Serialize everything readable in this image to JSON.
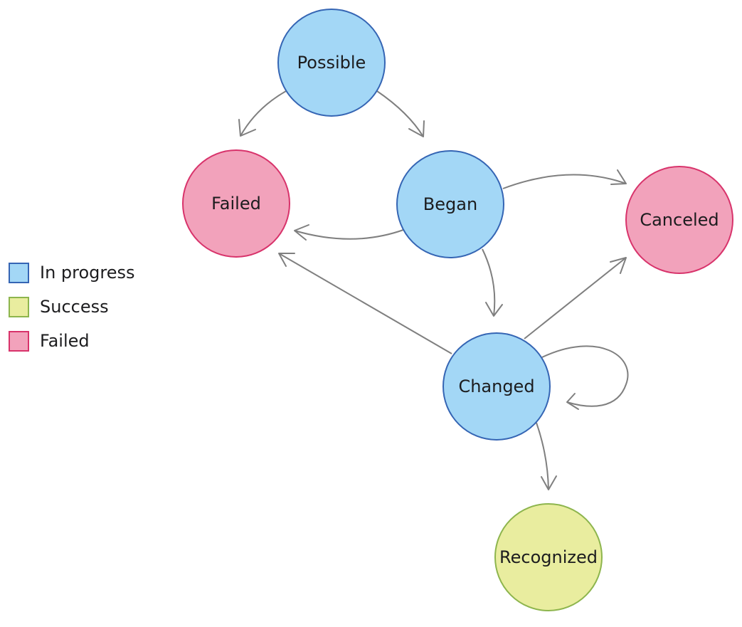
{
  "categories": {
    "progress": {
      "fill": "#a3d7f6",
      "stroke": "#3565b4"
    },
    "success": {
      "fill": "#e9ed9f",
      "stroke": "#8db54d"
    },
    "failed": {
      "fill": "#f2a2bb",
      "stroke": "#d8336b"
    }
  },
  "legend": [
    {
      "label": "In progress",
      "category": "progress"
    },
    {
      "label": "Success",
      "category": "success"
    },
    {
      "label": "Failed",
      "category": "failed"
    }
  ],
  "nodes": [
    {
      "id": "possible",
      "label": "Possible",
      "category": "progress"
    },
    {
      "id": "failed",
      "label": "Failed",
      "category": "failed"
    },
    {
      "id": "began",
      "label": "Began",
      "category": "progress"
    },
    {
      "id": "canceled",
      "label": "Canceled",
      "category": "failed"
    },
    {
      "id": "changed",
      "label": "Changed",
      "category": "progress"
    },
    {
      "id": "recognized",
      "label": "Recognized",
      "category": "success"
    }
  ],
  "edges": [
    {
      "from": "possible",
      "to": "failed"
    },
    {
      "from": "possible",
      "to": "began"
    },
    {
      "from": "began",
      "to": "failed"
    },
    {
      "from": "began",
      "to": "canceled"
    },
    {
      "from": "began",
      "to": "changed"
    },
    {
      "from": "changed",
      "to": "failed"
    },
    {
      "from": "changed",
      "to": "canceled"
    },
    {
      "from": "changed",
      "to": "changed"
    },
    {
      "from": "changed",
      "to": "recognized"
    }
  ]
}
